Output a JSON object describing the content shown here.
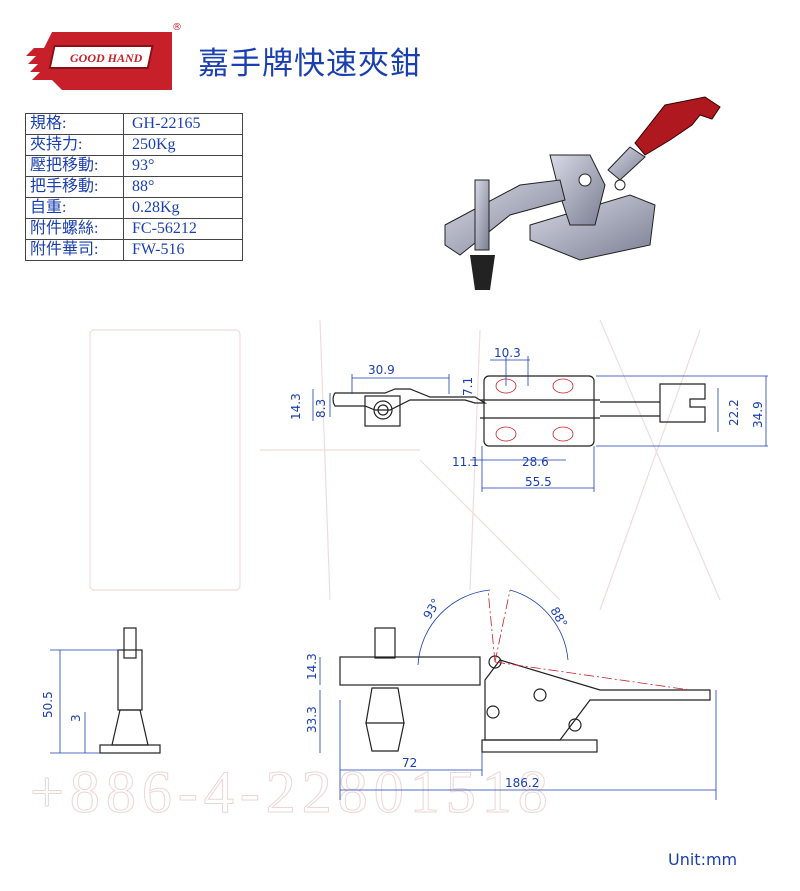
{
  "header": {
    "logo_text": "GOOD HAND",
    "title": "嘉手牌快速夾鉗"
  },
  "spec_table": [
    {
      "label": "規格:",
      "value": "GH-22165"
    },
    {
      "label": "夾持力:",
      "value": "250Kg"
    },
    {
      "label": "壓把移動:",
      "value": "93°"
    },
    {
      "label": "把手移動:",
      "value": "88°"
    },
    {
      "label": "自重:",
      "value": "0.28Kg"
    },
    {
      "label": "附件螺絲:",
      "value": "FC-56212"
    },
    {
      "label": "附件華司:",
      "value": "FW-516"
    }
  ],
  "top_view_dims": {
    "d1": "30.9",
    "d2": "10.3",
    "d3": "7.1",
    "d4": "14.3",
    "d5": "8.3",
    "d6": "11.1",
    "d7": "28.6",
    "d8": "55.5",
    "d9": "22.2",
    "d10": "34.9"
  },
  "side_view_dims": {
    "d1": "50.5",
    "d2": "3",
    "d3": "14.3",
    "d4": "33.3",
    "d5": "72",
    "d6": "186.2",
    "angle1": "93°",
    "angle2": "88°"
  },
  "watermark": {
    "phone": "+886-4-22801518"
  },
  "footer": {
    "unit": "Unit:mm"
  },
  "colors": {
    "blue": "#1a3fb0",
    "red": "#c8202a",
    "handle": "#b01820"
  }
}
